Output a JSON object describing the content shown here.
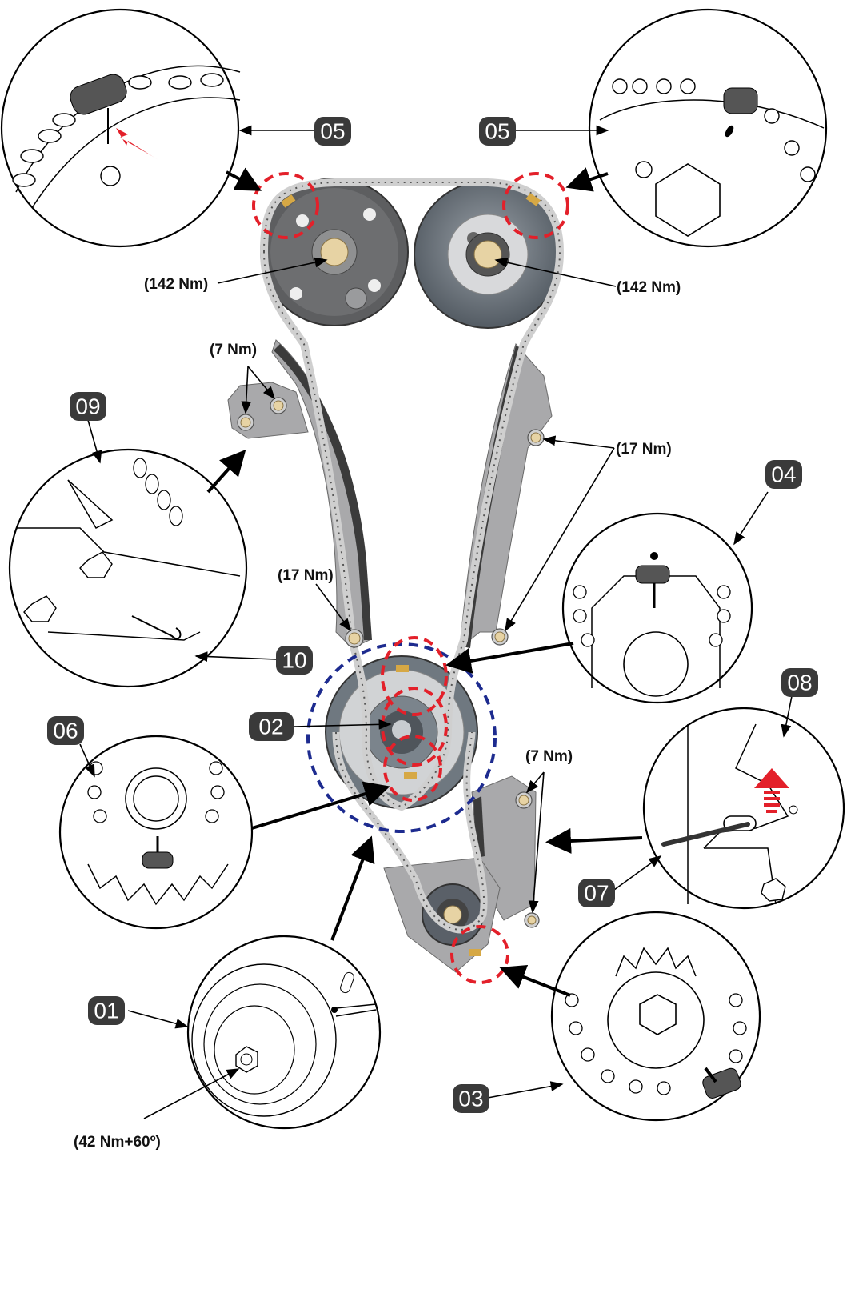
{
  "diagram": {
    "title": "Timing chain assembly – alignment marks and tightening torques",
    "colors": {
      "badge": "#3a3a3a",
      "highlight_red": "#e3202a",
      "highlight_blue": "#1d2b8f",
      "sprocket_gray": "#6d6e70",
      "bolt_brass": "#e7d3a4",
      "guide_gray": "#a9a9ab"
    },
    "callouts": [
      {
        "id": "c01",
        "label": "01",
        "refers_to": "crankshaft pulley detail"
      },
      {
        "id": "c02",
        "label": "02",
        "refers_to": "crankshaft sprocket"
      },
      {
        "id": "c03",
        "label": "03",
        "refers_to": "oil pump sprocket mark detail"
      },
      {
        "id": "c04",
        "label": "04",
        "refers_to": "crankshaft sprocket top mark detail"
      },
      {
        "id": "c05a",
        "label": "05",
        "refers_to": "intake camshaft sprocket mark detail"
      },
      {
        "id": "c05b",
        "label": "05",
        "refers_to": "exhaust camshaft sprocket mark detail"
      },
      {
        "id": "c06",
        "label": "06",
        "refers_to": "crankshaft sprocket bottom mark detail"
      },
      {
        "id": "c07",
        "label": "07",
        "refers_to": "tensioner plunger detail"
      },
      {
        "id": "c08",
        "label": "08",
        "refers_to": "tensioner retaining pin"
      },
      {
        "id": "c09",
        "label": "09",
        "refers_to": "upper tensioner detail"
      },
      {
        "id": "c10",
        "label": "10",
        "refers_to": "tensioner lock wire"
      }
    ],
    "torques": {
      "cam_left": "(142 Nm)",
      "cam_right": "(142 Nm)",
      "upper_tensioner": "(7 Nm)",
      "right_guide": "(17 Nm)",
      "left_guide": "(17 Nm)",
      "lower_tensioner": "(7 Nm)",
      "crank_pulley": "(42 Nm+60º)"
    },
    "icons": {
      "red_arrow": "red-pointer-arrow-icon",
      "red_up_arrow": "red-up-arrow-icon"
    }
  }
}
